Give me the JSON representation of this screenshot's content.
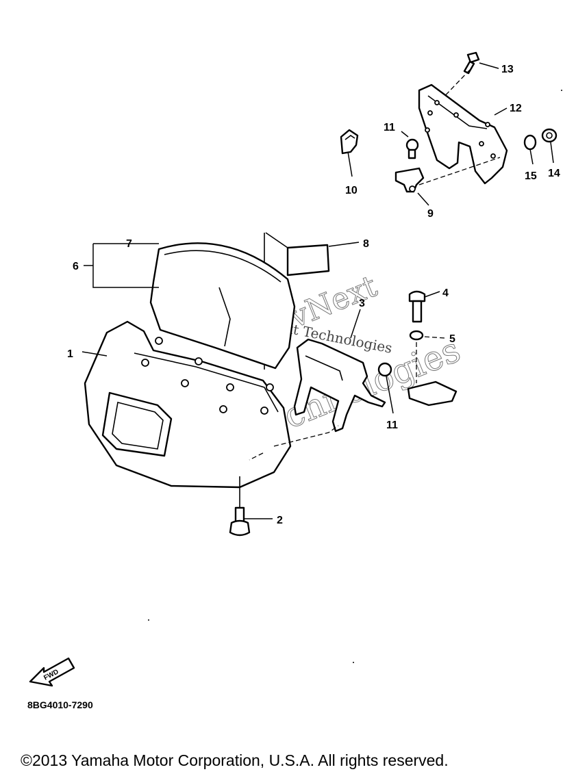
{
  "watermark": {
    "line1": "vNext",
    "line2": "Technologies",
    "inline": "vNext Technologies"
  },
  "callouts": {
    "c1": "1",
    "c2": "2",
    "c3": "3",
    "c4": "4",
    "c5": "5",
    "c6": "6",
    "c7": "7",
    "c8": "8",
    "c9": "9",
    "c10": "10",
    "c11a": "11",
    "c11b": "11",
    "c12": "12",
    "c13": "13",
    "c14": "14",
    "c15": "15"
  },
  "fwd_badge": "FWD",
  "diagram_code": "8BG4010-7290",
  "copyright": "©2013 Yamaha Motor Corporation, U.S.A. All rights reserved."
}
